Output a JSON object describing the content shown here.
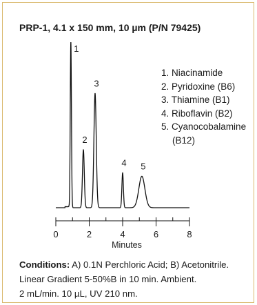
{
  "title": "PRP-1, 4.1 x 150 mm, 10 µm  (P/N 79425)",
  "chart_data": {
    "type": "line",
    "x_axis": {
      "label": "Minutes",
      "range": [
        0,
        8
      ],
      "ticks": [
        "0",
        "2",
        "4",
        "6",
        "8"
      ],
      "tick_values": [
        0,
        2,
        4,
        6,
        8
      ]
    },
    "peaks": [
      {
        "label": "1",
        "retention_time": 0.9,
        "height": 1.0,
        "width": 0.035
      },
      {
        "label": "2",
        "retention_time": 1.65,
        "height": 0.35,
        "width": 0.055
      },
      {
        "label": "3",
        "retention_time": 2.35,
        "height": 0.69,
        "width": 0.07
      },
      {
        "label": "4",
        "retention_time": 4.0,
        "height": 0.21,
        "width": 0.045
      },
      {
        "label": "5",
        "retention_time": 5.15,
        "height": 0.19,
        "width": 0.18
      }
    ],
    "legend": [
      "1. Niacinamide",
      "2. Pyridoxine (B6)",
      "3. Thiamine (B1)",
      "4. Riboflavin (B2)",
      "5. Cyanocobalamine",
      "(B12)"
    ]
  },
  "conditions": {
    "label": "Conditions:",
    "line1": " A) 0.1N Perchloric Acid; B) Acetonitrile.",
    "line2": "Linear Gradient 5-50%B in 10 min. Ambient.",
    "line3": "2 mL/min. 10 µL, UV 210 nm."
  },
  "colors": {
    "border": "#d9b86c",
    "trace": "#111111",
    "text": "#1a1a1a"
  }
}
